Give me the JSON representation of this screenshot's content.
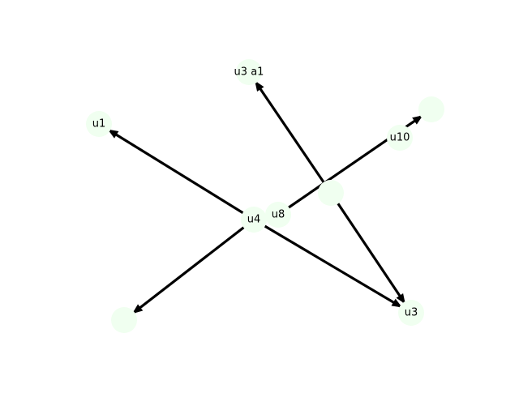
{
  "graph": {
    "node_color": "#f0fff0",
    "edge_color": "#000000",
    "nodes": [
      {
        "id": "n1",
        "label": "u1"
      },
      {
        "id": "n2",
        "label": "u3 a1"
      },
      {
        "id": "n3",
        "label": "u10"
      },
      {
        "id": "n4",
        "label": ""
      },
      {
        "id": "n5",
        "label": ""
      },
      {
        "id": "n6",
        "label": "u4"
      },
      {
        "id": "n7",
        "label": "u8"
      },
      {
        "id": "n8",
        "label": ""
      },
      {
        "id": "n9",
        "label": "u3"
      }
    ],
    "edges": [
      {
        "from": "n6",
        "to": "n1"
      },
      {
        "from": "n6",
        "to": "n9"
      },
      {
        "from": "n6",
        "to": "n8"
      },
      {
        "from": "n7",
        "to": "n4"
      },
      {
        "from": "n5",
        "to": "n2"
      },
      {
        "from": "n5",
        "to": "n9"
      }
    ]
  }
}
